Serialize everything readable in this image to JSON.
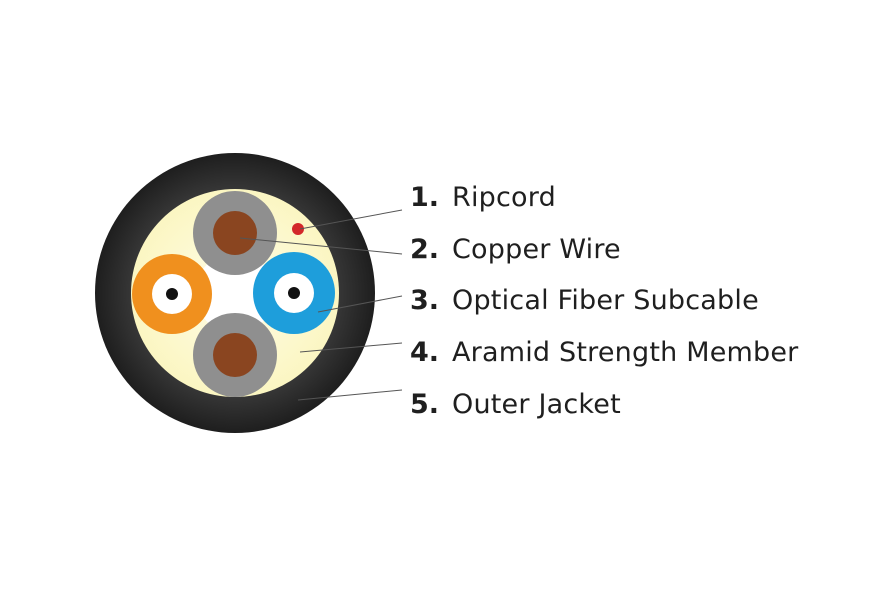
{
  "colors": {
    "jacket_outer": "#1e1e1e",
    "jacket_inner": "#3a3a3a",
    "aramid": "#fbf6c2",
    "aramid_center": "#fffde8",
    "core_void": "#ffffff",
    "copper_insulation": "#8f8f8f",
    "copper_conductor": "#8a4520",
    "fiber_orange": "#f0901e",
    "fiber_blue": "#1e9edb",
    "fiber_buffer": "#ffffff",
    "fiber_core": "#111111",
    "ripcord": "#d3282a",
    "callout": "#555555"
  },
  "labels": [
    {
      "number": "1.",
      "text": "Ripcord"
    },
    {
      "number": "2.",
      "text": "Copper Wire"
    },
    {
      "number": "3.",
      "text": "Optical Fiber Subcable"
    },
    {
      "number": "4.",
      "text": "Aramid Strength Member"
    },
    {
      "number": "5.",
      "text": "Outer Jacket"
    }
  ]
}
